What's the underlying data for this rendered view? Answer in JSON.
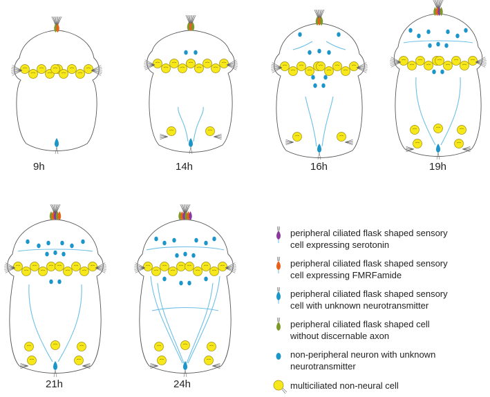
{
  "stages": [
    {
      "label": "9h"
    },
    {
      "label": "14h"
    },
    {
      "label": "16h"
    },
    {
      "label": "19h"
    },
    {
      "label": "21h"
    },
    {
      "label": "24h"
    }
  ],
  "legend": [
    {
      "line1": "peripheral ciliated flask shaped sensory",
      "line2": "cell expressing serotonin",
      "color": "#8a3a9a",
      "icon": "flask-cell-icon"
    },
    {
      "line1": "peripheral ciliated flask shaped sensory",
      "line2": "cell expressing FMRFamide",
      "color": "#e8601a",
      "icon": "flask-cell-icon"
    },
    {
      "line1": "peripheral ciliated flask shaped sensory",
      "line2": "cell with unknown neurotransmitter",
      "color": "#1c95c9",
      "icon": "flask-cell-icon"
    },
    {
      "line1": "peripheral ciliated flask shaped cell",
      "line2": "without discernable axon",
      "color": "#7c9a2a",
      "icon": "flask-cell-icon"
    },
    {
      "line1": "non-peripheral neuron with unknown",
      "line2": "neurotransmitter",
      "color": "#1c95c9",
      "icon": "neuron-icon"
    },
    {
      "line1": "multiciliated non-neural cell",
      "line2": "",
      "color": "#f6e81a",
      "icon": "multiciliated-cell-icon"
    }
  ]
}
